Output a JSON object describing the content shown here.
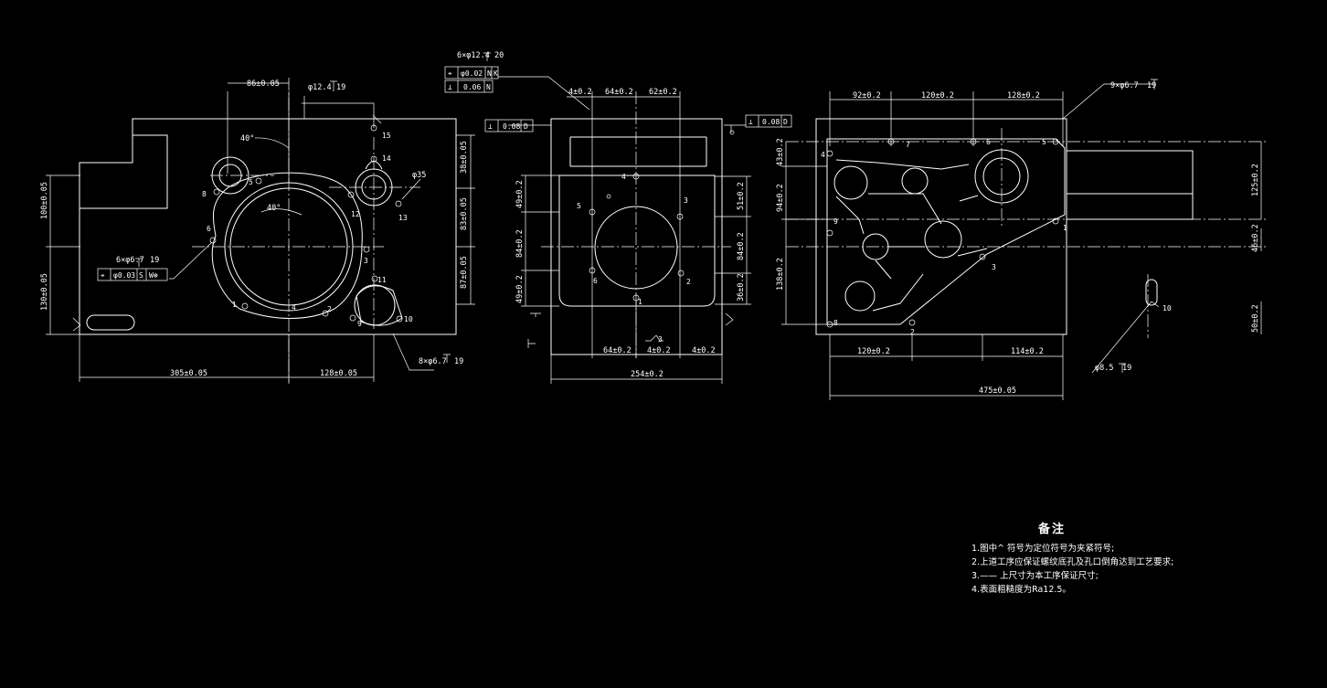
{
  "colors": {
    "background": "#000000",
    "line": "#ffffff"
  },
  "view_left": {
    "dims": {
      "top": "86±0.05",
      "hole_dia": "φ12.4",
      "depth1": "19",
      "right_v1": "38±0.05",
      "right_v2": "83±0.05",
      "right_v3": "87±0.05",
      "left_v1": "100±0.05",
      "left_v2": "130±0.05",
      "bottom1": "305±0.05",
      "bottom2": "128±0.05",
      "angle1": "40°",
      "angle2": "40°",
      "dia35": "φ35"
    },
    "callouts": {
      "holes6_count": "6×φ6.7",
      "holes6_depth": "19",
      "gt_sym": "⌖",
      "gt_tol": "φ0.03",
      "gt_s": "S",
      "gt_wm": "W⊛",
      "holes8_count": "8×φ6.7",
      "holes8_depth": "19"
    },
    "labels": [
      "1",
      "2",
      "3",
      "4",
      "5",
      "6",
      "8",
      "9",
      "10",
      "11",
      "12",
      "13",
      "14",
      "15"
    ]
  },
  "view_mid": {
    "header": {
      "count": "6×φ12.4",
      "depth": "20",
      "gt1_sym": "⌖",
      "gt1_tol": "φ0.02",
      "gt1_d1": "N",
      "gt1_d2": "K",
      "gt2_sym": "⊥",
      "gt2_tol": "0.06",
      "gt2_d": "N"
    },
    "perp_left": {
      "sym": "⊥",
      "tol": "0.08",
      "d": "D"
    },
    "perp_right": {
      "sym": "⊥",
      "tol": "0.08",
      "d": "D"
    },
    "dims": {
      "t1": "4±0.2",
      "t2": "64±0.2",
      "t3": "62±0.2",
      "l1": "49±0.2",
      "l2": "84±0.2",
      "l3": "49±0.2",
      "r1": "51±0.2",
      "r2": "84±0.2",
      "r3": "36±0.2",
      "b1": "64±0.2",
      "b2": "4±0.2",
      "b3": "4±0.2",
      "b4": "254±0.2",
      "sym3": "3"
    },
    "labels": [
      "1",
      "2",
      "3",
      "4",
      "5",
      "6"
    ]
  },
  "view_right": {
    "dims": {
      "t1": "92±0.2",
      "t2": "120±0.2",
      "t3": "128±0.2",
      "hole9": "9×φ6.7",
      "hole9_depth": "19",
      "l1": "43±0.2",
      "l2": "94±0.2",
      "l3": "138±0.2",
      "r1": "125±0.2",
      "r2": "46±0.2",
      "r3": "50±0.2",
      "b1": "120±0.2",
      "b2": "114±0.2",
      "b3": "475±0.05",
      "dia85": "φ8.5",
      "dia85_depth": "19"
    },
    "labels": [
      "1",
      "2",
      "3",
      "4",
      "5",
      "6",
      "7",
      "8",
      "9",
      "10"
    ]
  },
  "notes": {
    "title": "备注",
    "lines": [
      "1.图中^ 符号为定位符号为夹紧符号;",
      "2.上道工序应保证螺纹底孔及孔口倒角达到工艺要求;",
      "3.—— 上尺寸为本工序保证尺寸;",
      "4.表面粗糙度为Ra12.5。"
    ]
  }
}
